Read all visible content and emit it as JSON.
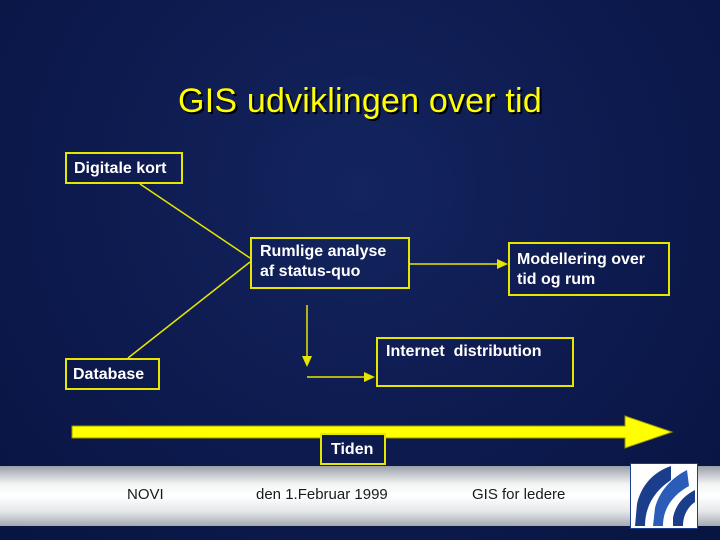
{
  "slide": {
    "title": "GIS udviklingen over tid"
  },
  "diagram": {
    "boxes": {
      "digitale_kort": "Digitale kort",
      "rumlige_line1": "Rumlige analyse",
      "rumlige_line2": "af status-quo",
      "modellering_line1": "Modellering over",
      "modellering_line2": "tid og rum",
      "internet": "Internet  distribution",
      "database": "Database",
      "tiden": "Tiden"
    }
  },
  "footer": {
    "left": "NOVI",
    "center": "den 1.Februar 1999",
    "right": "GIS for ledere"
  },
  "colors": {
    "background": "#0d1a4e",
    "accent": "#ffff00",
    "box_border": "#e6e600",
    "box_text": "#ffffff"
  }
}
